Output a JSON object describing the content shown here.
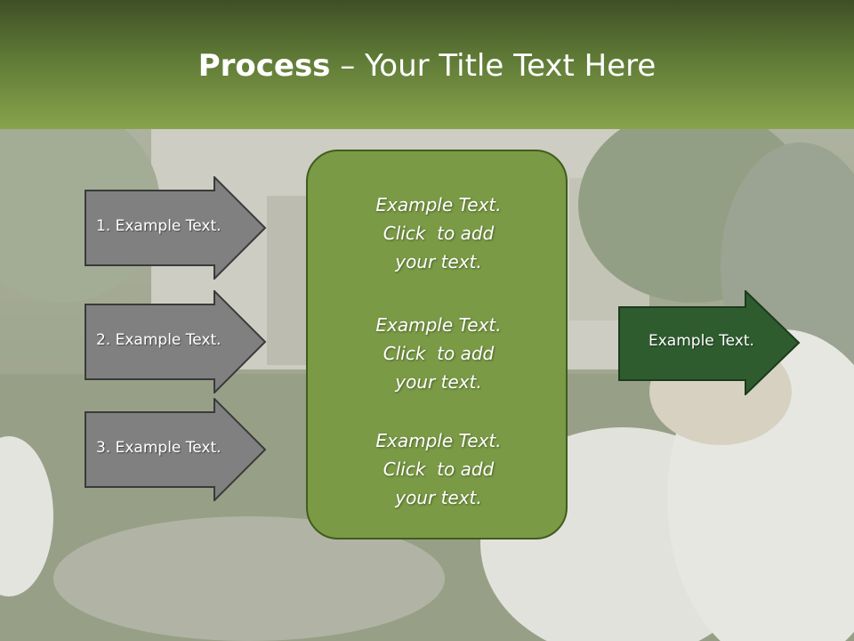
{
  "slide": {
    "title_bold": "Process",
    "title_rest": " – Your Title Text Here",
    "arrows_left": [
      {
        "label": "1. Example Text."
      },
      {
        "label": "2. Example Text."
      },
      {
        "label": "3. Example Text."
      }
    ],
    "panel_blocks": [
      {
        "lines": [
          "Example Text.",
          "Click  to add",
          "your text."
        ]
      },
      {
        "lines": [
          "Example Text.",
          "Click  to add",
          "your text."
        ]
      },
      {
        "lines": [
          "Example Text.",
          "Click  to add",
          "your text."
        ]
      }
    ],
    "arrow_right": {
      "label": "Example Text."
    }
  },
  "colors": {
    "header_top": "#3f4f26",
    "header_bottom": "#88a34c",
    "arrow_gray": "#808080",
    "panel_green": "#7a9a45",
    "arrow_dark_green": "#2e5c2e"
  }
}
